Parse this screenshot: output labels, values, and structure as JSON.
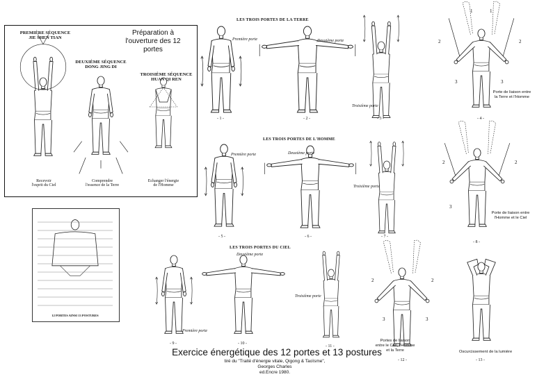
{
  "intro": {
    "title": "Préparation à\nl'ouverture des 12 portes",
    "seq1": {
      "title": "PREMIÈRE SÉQUENCE\nJIE SHEN TIAN",
      "caption": "Recevoir\nl'esprit du Ciel"
    },
    "seq2": {
      "title": "DEUXIÈME SÉQUENCE\nDONG JING DI",
      "caption": "Comprendre\nl'essence de la Terre"
    },
    "seq3": {
      "title": "TROISIÈME SÉQUENCE\nHUAN QI REN",
      "caption": "Echanger l'énergie\nde l'Homme"
    }
  },
  "headers": {
    "terre": "LES TROIS PORTES DE LA TERRE",
    "homme": "LES TROIS PORTES DE L'HOMME",
    "ciel": "LES TROIS PORTES DU CIEL"
  },
  "porte_labels": {
    "premiere": "Première porte",
    "deuxieme": "Deuxième porte",
    "troisieme": "Troisième porte"
  },
  "figure_numbers": [
    "- 1 -",
    "- 2 -",
    "- 3 -",
    "- 4 -",
    "- 5 -",
    "- 6 -",
    "- 7 -",
    "- 8 -",
    "- 9 -",
    "- 10 -",
    "- 11 -",
    "- 12 -",
    "- 13 -"
  ],
  "liaison": {
    "terre_homme": "Porte de liaison entre\nla Terre et l'Homme",
    "homme_ciel": "Porte de liaison entre\nl'Homme et le Ciel",
    "ciel_homme_terre": "Portes de liaison\nentre le Ciel, l'Homme\net la Terre",
    "obscurcissement": "Oscurcissement de la lumière"
  },
  "arrow_numbers": {
    "one": "1",
    "two": "2",
    "three": "3"
  },
  "chart_caption": "12 PORTES AINSI 13 POSTURES",
  "main_title": "Exercice énergétique des 12 portes et 13 postures",
  "source": "tiré du \"Traité d'énergie vitale, Qigong & Taoïsme\",\nGeorges Charles\ned.Encre 1980."
}
